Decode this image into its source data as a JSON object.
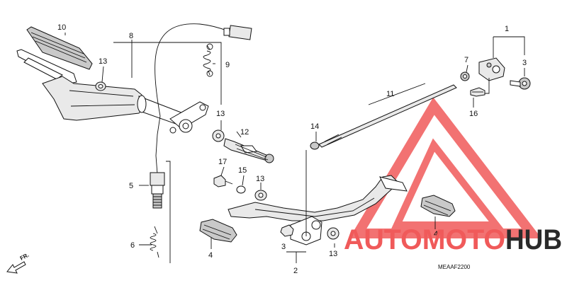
{
  "diagram": {
    "code": "MEAAF2200",
    "direction_label": "FR.",
    "colors": {
      "watermark_red": "#f05a5a",
      "watermark_dark": "#2a2a2a",
      "line": "#111111"
    },
    "callouts": {
      "c1": "1",
      "c2": "2",
      "c3a": "3",
      "c3b": "3",
      "c4a": "4",
      "c4b": "4",
      "c5": "5",
      "c6": "6",
      "c7": "7",
      "c8": "8",
      "c9": "9",
      "c10": "10",
      "c11": "11",
      "c12": "12",
      "c13a": "13",
      "c13b": "13",
      "c13c": "13",
      "c13d": "13",
      "c14": "14",
      "c15": "15",
      "c16": "16",
      "c17": "17"
    }
  },
  "watermark": {
    "part1": "AUTOMOTO",
    "part2": "HUB"
  }
}
